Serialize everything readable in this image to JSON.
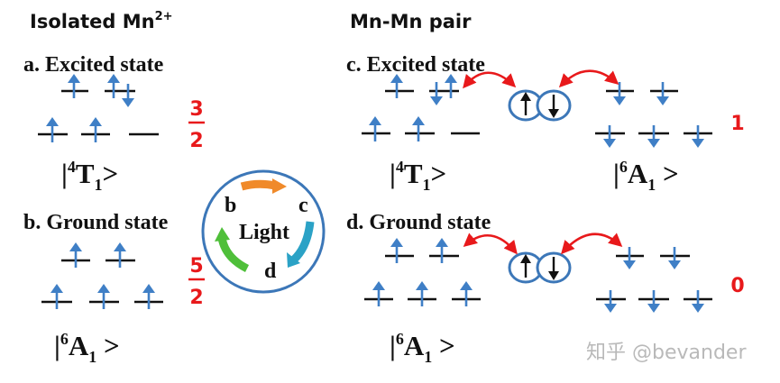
{
  "headers": {
    "isolated": "Isolated Mn",
    "isolated_sup": "2+",
    "pair": "Mn-Mn pair"
  },
  "panels": {
    "a": "a. Excited state",
    "b": "b. Ground state",
    "c": "c. Excited state",
    "d": "d. Ground state"
  },
  "states": {
    "t1_left": {
      "prefix": "|",
      "sup": "4",
      "main": "T",
      "sub": "1",
      "suffix": ">"
    },
    "a1_left": {
      "prefix": "|",
      "sup": "6",
      "main": "A",
      "sub": "1",
      "suffix": " >"
    },
    "t1_pair": {
      "prefix": "|",
      "sup": "4",
      "main": "T",
      "sub": "1",
      "suffix": ">"
    },
    "a1_pair_right": {
      "prefix": "|",
      "sup": "6",
      "main": "A",
      "sub": "1",
      "suffix": " >"
    },
    "a1_pair_bottom": {
      "prefix": "|",
      "sup": "6",
      "main": "A",
      "sub": "1",
      "suffix": " >"
    }
  },
  "spin_fractions": {
    "excited": {
      "num": "3",
      "den": "2"
    },
    "ground": {
      "num": "5",
      "den": "2"
    }
  },
  "pair_spin": {
    "excited": "1",
    "ground": "0"
  },
  "cycle": {
    "center": "Light",
    "b": "b",
    "c": "c",
    "d": "d"
  },
  "watermark": "知乎 @bevander",
  "colors": {
    "spin_arrow": "#3f7fc6",
    "exchange_arrow": "#e8191b",
    "cycle_ring": "#3c77b8",
    "cycle_orange": "#f08a2a",
    "cycle_teal": "#2ba2c6",
    "cycle_green": "#4fbf3a"
  }
}
